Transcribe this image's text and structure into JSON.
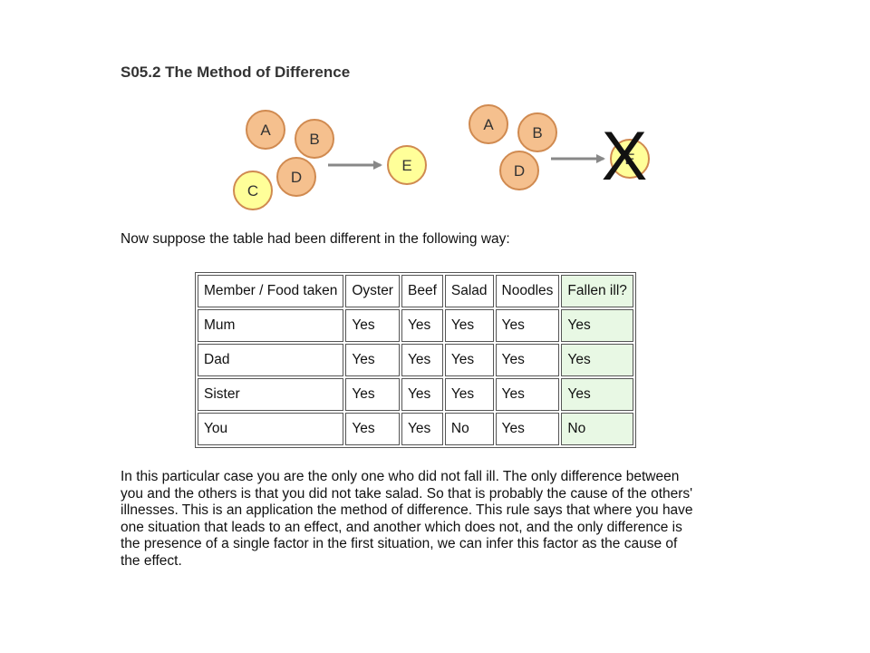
{
  "title": "S05.2 The Method of Difference",
  "diagram": {
    "left": {
      "causes": [
        "A",
        "B",
        "C",
        "D"
      ],
      "effect": "E"
    },
    "right": {
      "causes": [
        "A",
        "B",
        "D"
      ],
      "effect": "E",
      "cross": "X"
    },
    "colors": {
      "cause_fill": "#f5c08e",
      "c_fill": "#ffff99",
      "effect_fill": "#ffff99",
      "outline": "#d08a50",
      "arrow": "#888888"
    }
  },
  "intro": "Now suppose the table had been different in the following way:",
  "table": {
    "headers": [
      "Member / Food taken",
      "Oyster",
      "Beef",
      "Salad",
      "Noodles",
      "Fallen ill?"
    ],
    "rows": [
      [
        "Mum",
        "Yes",
        "Yes",
        "Yes",
        "Yes",
        "Yes"
      ],
      [
        "Dad",
        "Yes",
        "Yes",
        "Yes",
        "Yes",
        "Yes"
      ],
      [
        "Sister",
        "Yes",
        "Yes",
        "Yes",
        "Yes",
        "Yes"
      ],
      [
        "You",
        "Yes",
        "Yes",
        "No",
        "Yes",
        "No"
      ]
    ],
    "highlight_color": "#e8f8e4"
  },
  "conclusion_lines": [
    "In this particular case you are the only one who did not fall ill. The only difference between",
    "you and the others is that you did not take salad. So that is probably the cause of the others'",
    "illnesses. This is an application the method of difference. This rule says that where you have",
    "one situation that leads to an effect, and another which does not, and the only difference is",
    "the presence of a single factor in the first situation, we can infer this factor as the cause of",
    "the effect."
  ]
}
